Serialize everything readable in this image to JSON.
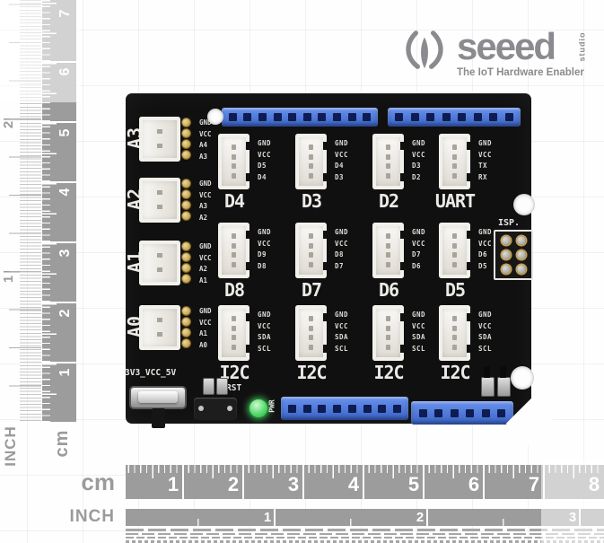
{
  "logo": {
    "brand": "seeed",
    "sub": "studio",
    "tagline": "The IoT Hardware Enabler"
  },
  "board": {
    "analog": [
      {
        "label": "A3",
        "pins": [
          "GND",
          "VCC",
          "A4",
          "A3"
        ]
      },
      {
        "label": "A2",
        "pins": [
          "GND",
          "VCC",
          "A3",
          "A2"
        ]
      },
      {
        "label": "A1",
        "pins": [
          "GND",
          "VCC",
          "A2",
          "A1"
        ]
      },
      {
        "label": "A0",
        "pins": [
          "GND",
          "VCC",
          "A1",
          "A0"
        ]
      }
    ],
    "rows": [
      {
        "ports": [
          {
            "label": "D4",
            "pins": [
              "GND",
              "VCC",
              "D5",
              "D4"
            ]
          },
          {
            "label": "D3",
            "pins": [
              "GND",
              "VCC",
              "D4",
              "D3"
            ]
          },
          {
            "label": "D2",
            "pins": [
              "GND",
              "VCC",
              "D3",
              "D2"
            ]
          },
          {
            "label": "UART",
            "pins": [
              "GND",
              "VCC",
              "TX",
              "RX"
            ]
          }
        ]
      },
      {
        "ports": [
          {
            "label": "D8",
            "pins": [
              "GND",
              "VCC",
              "D9",
              "D8"
            ]
          },
          {
            "label": "D7",
            "pins": [
              "GND",
              "VCC",
              "D8",
              "D7"
            ]
          },
          {
            "label": "D6",
            "pins": [
              "GND",
              "VCC",
              "D7",
              "D6"
            ]
          },
          {
            "label": "D5",
            "pins": [
              "GND",
              "VCC",
              "D6",
              "D5"
            ]
          }
        ]
      },
      {
        "ports": [
          {
            "label": "I2C",
            "pins": [
              "GND",
              "VCC",
              "SDA",
              "SCL"
            ]
          },
          {
            "label": "I2C",
            "pins": [
              "GND",
              "VCC",
              "SDA",
              "SCL"
            ]
          },
          {
            "label": "I2C",
            "pins": [
              "GND",
              "VCC",
              "SDA",
              "SCL"
            ]
          },
          {
            "label": "I2C",
            "pins": [
              "GND",
              "VCC",
              "SDA",
              "SCL"
            ]
          }
        ]
      }
    ],
    "isp_label": "ISP.",
    "power_switch_label": "3V3_VCC_5V",
    "reset_label": "RST",
    "pwr_led_label": "PWR"
  },
  "rulers": {
    "left_inch": {
      "label": "INCH",
      "numbers": [
        "2",
        "1"
      ]
    },
    "left_cm": {
      "label": "cm",
      "numbers": [
        "7",
        "6",
        "5",
        "4",
        "3",
        "2",
        "1"
      ]
    },
    "bottom_cm": {
      "label": "cm",
      "numbers": [
        "1",
        "2",
        "3",
        "4",
        "5",
        "6",
        "7",
        "8"
      ]
    },
    "bottom_inch": {
      "label": "INCH",
      "numbers": [
        "1",
        "2",
        "3"
      ]
    }
  },
  "colors": {
    "pcb": "#101010",
    "header_blue": "#4a77dd",
    "header_hole": "#0e1c52",
    "connector_white": "#f2f0ea",
    "gold_pad": "#c9a045",
    "silkscreen": "#e9e7e3",
    "led_green": "#45d162",
    "ruler_gray": "#9c9c9c",
    "logo_gray": "#8b8b8f"
  }
}
